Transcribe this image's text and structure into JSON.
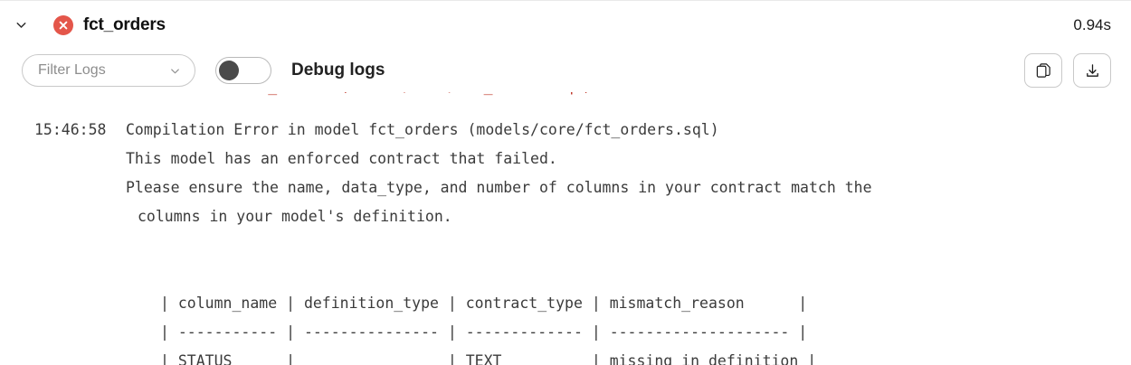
{
  "header": {
    "collapse_icon": "chevron-down-icon",
    "status_icon": "error-circle-x-icon",
    "status_color": "#e4564a",
    "title": "fct_orders",
    "elapsed": "0.94s"
  },
  "toolbar": {
    "filter": {
      "label": "Filter Logs",
      "chevron_icon": "chevron-down-icon"
    },
    "debug_toggle": {
      "label": "Debug logs",
      "state": "off"
    },
    "copy_button": {
      "icon": "copy-icon"
    },
    "download_button": {
      "icon": "download-icon"
    }
  },
  "log": {
    "clipped_top_line": "in model fct_orders (models/core/fct_orders.sql)",
    "timestamp": "15:46:58",
    "lines": [
      "Compilation Error in model fct_orders (models/core/fct_orders.sql)",
      "This model has an enforced contract that failed.",
      "Please ensure the name, data_type, and number of columns in your contract match the"
    ],
    "wrapped_line": "columns in your model's definition.",
    "table": {
      "header": "| column_name | definition_type | contract_type | mismatch_reason      |",
      "separator": "| ----------- | --------------- | ------------- | -------------------- |",
      "row": "| STATUS      |                 | TEXT          | missing in definition |",
      "columns": [
        "column_name",
        "definition_type",
        "contract_type",
        "mismatch_reason"
      ],
      "rows": [
        {
          "column_name": "STATUS",
          "definition_type": "",
          "contract_type": "TEXT",
          "mismatch_reason": "missing in definition"
        }
      ]
    }
  }
}
